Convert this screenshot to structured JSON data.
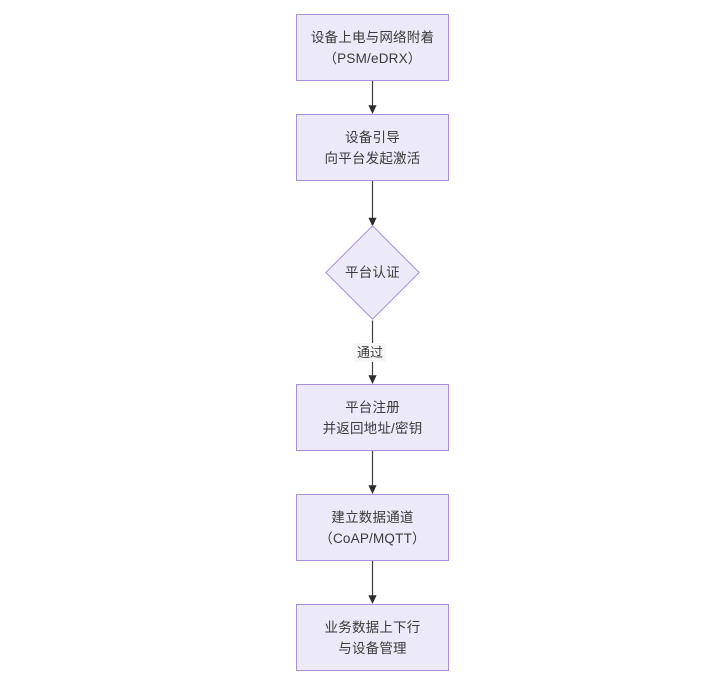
{
  "diagram": {
    "type": "flowchart",
    "title": "",
    "orientation": "top-to-bottom",
    "background_color": "#ffffff",
    "node_fill_color": "#ece9f8",
    "node_border_color": "#a98fd9",
    "text_color": "#3b3b3b",
    "edge_color": "#3f3f41",
    "nodes": [
      {
        "id": "n1",
        "shape": "rectangle",
        "lines": [
          "设备上电与网络附着",
          "（PSM/eDRX）"
        ]
      },
      {
        "id": "n2",
        "shape": "rectangle",
        "lines": [
          "设备引导",
          "向平台发起激活"
        ]
      },
      {
        "id": "n3",
        "shape": "diamond",
        "lines": [
          "平台认证"
        ]
      },
      {
        "id": "n4",
        "shape": "rectangle",
        "lines": [
          "平台注册",
          "并返回地址/密钥"
        ]
      },
      {
        "id": "n5",
        "shape": "rectangle",
        "lines": [
          "建立数据通道",
          "（CoAP/MQTT）"
        ]
      },
      {
        "id": "n6",
        "shape": "rectangle",
        "lines": [
          "业务数据上下行",
          "与设备管理"
        ]
      }
    ],
    "edges": [
      {
        "id": "e1",
        "from": "n1",
        "to": "n2",
        "label": ""
      },
      {
        "id": "e2",
        "from": "n2",
        "to": "n3",
        "label": ""
      },
      {
        "id": "e3",
        "from": "n3",
        "to": "n4",
        "label": "通过"
      },
      {
        "id": "e4",
        "from": "n4",
        "to": "n5",
        "label": ""
      },
      {
        "id": "e5",
        "from": "n5",
        "to": "n6",
        "label": ""
      }
    ]
  }
}
